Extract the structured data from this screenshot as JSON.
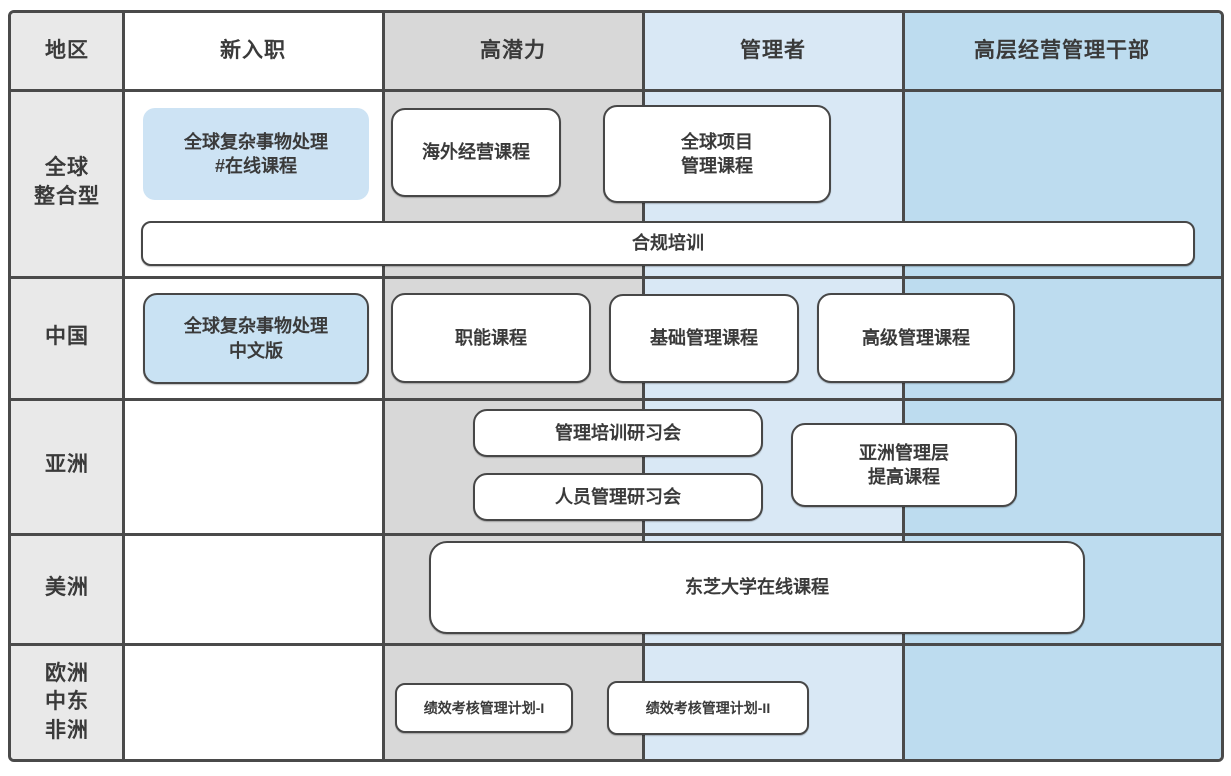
{
  "header": {
    "region": "地区",
    "levels": [
      "新入职",
      "高潜力",
      "管理者",
      "高层经营管理干部"
    ]
  },
  "rows": [
    "全球\n整合型",
    "中国",
    "亚洲",
    "美洲",
    "欧洲\n中东\n非洲"
  ],
  "courses": {
    "global_complex_online": "全球复杂事物处理\n#在线课程",
    "overseas_management": "海外经营课程",
    "global_project_management": "全球项目\n管理课程",
    "compliance_training": "合规培训",
    "global_complex_chinese": "全球复杂事物处理\n中文版",
    "functional_courses": "职能课程",
    "basic_management": "基础管理课程",
    "advanced_management": "高级管理课程",
    "management_training_workshop": "管理培训研习会",
    "people_management_workshop": "人员管理研习会",
    "asia_management_improvement": "亚洲管理层\n提高课程",
    "toshiba_university_online": "东芝大学在线课程",
    "performance_management_1": "绩效考核管理计划-I",
    "performance_management_2": "绩效考核管理计划-II"
  },
  "colors": {
    "border": "#4a4a4a",
    "region_column_bg": "#e9e9e9",
    "new_hire_column_bg": "#ffffff",
    "high_potential_column_bg": "#d8d8d8",
    "manager_column_bg": "#d9e8f5",
    "executive_column_bg": "#bddcef",
    "highlight_box_bg": "#cde3f4",
    "box_bg": "#ffffff",
    "text": "#3a3a3a"
  }
}
